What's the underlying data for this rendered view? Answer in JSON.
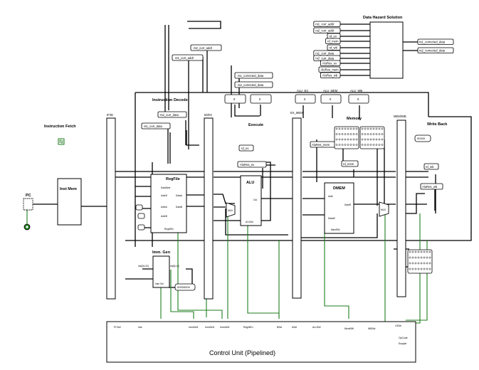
{
  "titles": {
    "instruction_fetch": "Instruction Fetch",
    "instruction_decode": "Instruction Decode",
    "execute": "Execute",
    "memory": "Memory",
    "write_back": "Write Back",
    "data_hazard": "Data Hazard Solution",
    "pc": "PC",
    "control_unit": "Control Unit (Pipelined)"
  },
  "blocks": {
    "inst_mem": "Inst Mem",
    "regfile": "RegFile",
    "alu": "ALU",
    "dmem": "DMEM",
    "imm_gen": "Imm. Gen"
  },
  "regfile_ports": {
    "datadest": "DataDest",
    "addrd": "AddrD",
    "addra": "AddrA",
    "addrb": "AddrB",
    "dataa": "DataA",
    "datab": "DataB",
    "regwen": "RegWEn"
  },
  "alu_ports": {
    "out": "Out",
    "alusel": "ALUSel"
  },
  "dmem_ports": {
    "addr": "Addr",
    "datar": "DataR",
    "dataw": "DataW",
    "memrw": "MemRW"
  },
  "immgen_ports": {
    "inst31_20": "inst[31:20]",
    "inst11_0": "inst[11:0]",
    "immsel": "Imm Sel"
  },
  "pipeline_regs": {
    "ifid": "IF/ID",
    "idex": "ID/EX",
    "exmem": "EX_MEM",
    "memwb": "MEM/WB"
  },
  "mux_label": "MUX",
  "tunnels": {
    "rs2_curr_addr": "rs2_curr_addr",
    "rs1_curr_addr": "rs1_curr_addr",
    "rs1_corrected_data": "rs1_corrected_data",
    "rs2_corrected_data": "rs2_corrected_data",
    "rs2_curr_data": "rs2_curr_data",
    "rs1_curr_data": "rs1_curr_data",
    "rd_ex": "rd_ex",
    "alures_ex": "AluRes_ex",
    "alures_mem": "AluRes_mem",
    "rd_mem": "rd_mem",
    "rd_wb": "rd_wb",
    "alures_wb": "AluRes_wb",
    "alu_ex": "ALU_EX",
    "alu_mem": "ALU_MEM",
    "alu_wb": "ALU_WB"
  },
  "hazard_inputs": [
    "rs1_curr_addr",
    "rs2_curr_addr",
    "rd_ex",
    "rd_mem",
    "rd_wb",
    "rs1_curr_data",
    "rs2_curr_data",
    "AluRes_ex",
    "AluRes_mem",
    "AluRes_wb"
  ],
  "hazard_outputs": [
    "rs1_corrected_data",
    "rs2_corrected_data"
  ],
  "probes": {
    "exec_a": "0",
    "exec_b": "0",
    "alu_ex_val": "0",
    "alu_mem_val": "0",
    "alu_wb_val": "0",
    "imm_out": "00000000",
    "wb_val": "00000"
  },
  "control_signals": [
    "PCSel",
    "Inst",
    "ImmSel2",
    "ImmSel1",
    "ImmSel0",
    "RegWEn",
    "BSel",
    "ASel",
    "ALUSel",
    "MemRW",
    "WBSel",
    "LSSel",
    "OpCode",
    "Enpipel"
  ],
  "colors": {
    "wire": "#000000",
    "active_wire": "#1e7d1e",
    "pin_fill": "#1e7d1e",
    "canvas": "#ffffff"
  }
}
